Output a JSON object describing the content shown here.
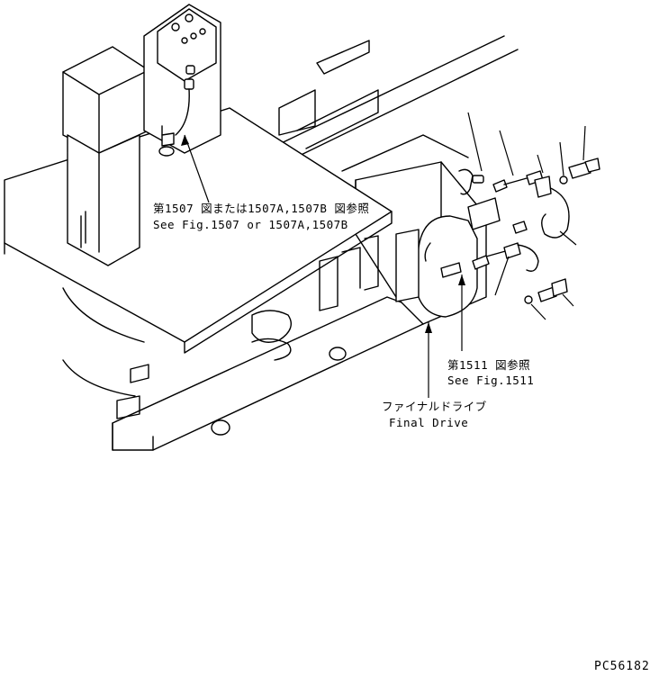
{
  "callouts": {
    "main_ref_jp": "第1507 図または1507A,1507B 図参照",
    "main_ref_en": "See Fig.1507 or 1507A,1507B",
    "drive_ref_jp": "第1511 図参照",
    "drive_ref_en": "See Fig.1511",
    "final_drive_jp": "ファイナルドライブ",
    "final_drive_en": "Final Drive"
  },
  "drawing_code": "PC56182"
}
